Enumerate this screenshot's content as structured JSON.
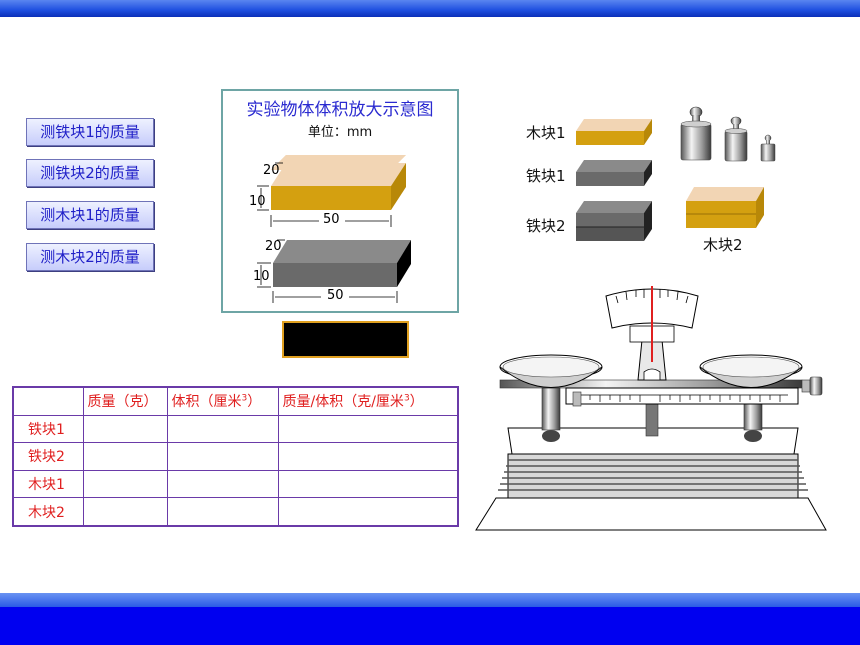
{
  "buttons": [
    {
      "label": "测铁块1的质量"
    },
    {
      "label": "测铁块2的质量"
    },
    {
      "label": "测木块1的质量"
    },
    {
      "label": "测木块2的质量"
    }
  ],
  "diagram": {
    "title": "实验物体体积放大示意图",
    "unit": "单位：mm",
    "block_top": {
      "height": "10",
      "depth": "20",
      "length": "50"
    },
    "block_bottom": {
      "height": "10",
      "depth": "20",
      "length": "50"
    }
  },
  "table": {
    "headers": [
      "",
      "质量（克）",
      "体积（厘米",
      "质量/体积（克/厘米"
    ],
    "superscript": "3",
    "header_tail": "）",
    "rows": [
      {
        "label": "铁块1"
      },
      {
        "label": "铁块2"
      },
      {
        "label": "木块1"
      },
      {
        "label": "木块2"
      }
    ]
  },
  "objects": {
    "wood1": "木块1",
    "iron1": "铁块1",
    "iron2": "铁块2",
    "wood2": "木块2"
  },
  "colors": {
    "wood_top": "#f2d5b4",
    "wood_front": "#d4a010",
    "iron_top": "#8a8a8a",
    "iron_front": "#6a6a6a",
    "title_blue": "#2a2ad0",
    "table_text": "#e02020",
    "table_border": "#6a3aa8",
    "bar_blue": "#0000f0"
  }
}
